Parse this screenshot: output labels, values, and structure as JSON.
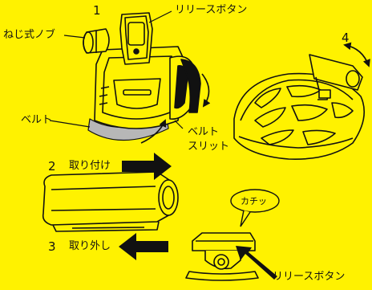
{
  "steps": {
    "step1": "1",
    "step2": "2",
    "step3": "3",
    "step4": "4"
  },
  "labels": {
    "knob": "ねじ式ノブ",
    "release_top": "リリースボタン",
    "belt": "ベルト",
    "belt_slit_line1": "ベルト",
    "belt_slit_line2": "スリット",
    "attach": "取り付け",
    "detach": "取り外し",
    "click": "カチッ",
    "release_bottom": "リリースボタン"
  },
  "colors": {
    "background": "#FFF200",
    "line": "#111111",
    "belt_gray": "#B7B7B7"
  }
}
